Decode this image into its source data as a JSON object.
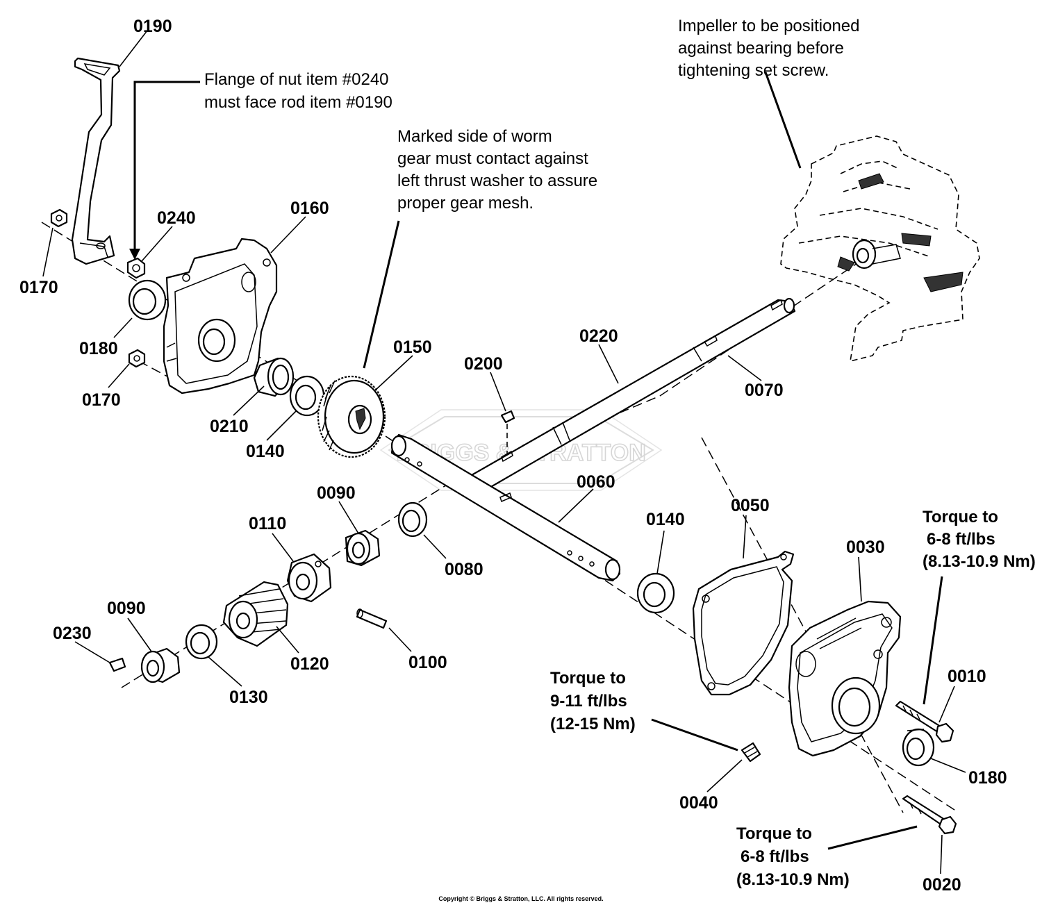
{
  "parts": {
    "p0190": "0190",
    "p0240": "0240",
    "p0160": "0160",
    "p0170a": "0170",
    "p0180a": "0180",
    "p0170b": "0170",
    "p0210": "0210",
    "p0140a": "0140",
    "p0150": "0150",
    "p0200": "0200",
    "p0220": "0220",
    "p0070": "0070",
    "p0060": "0060",
    "p0090a": "0090",
    "p0110": "0110",
    "p0080": "0080",
    "p0140b": "0140",
    "p0050": "0050",
    "p0030": "0030",
    "p0090b": "0090",
    "p0230": "0230",
    "p0120": "0120",
    "p0100": "0100",
    "p0130": "0130",
    "p0010": "0010",
    "p0180b": "0180",
    "p0040": "0040",
    "p0020": "0020"
  },
  "notes": {
    "flange": [
      "Flange of nut item #0240",
      "must face rod item #0190"
    ],
    "worm": [
      "Marked side of worm",
      "gear must contact against",
      "left thrust washer to assure",
      "proper gear mesh."
    ],
    "impeller": [
      "Impeller to be positioned",
      "against bearing before",
      "tightening set screw."
    ],
    "torque_0010": [
      "Torque to",
      "6-8 ft/lbs",
      "(8.13-10.9 Nm)"
    ],
    "torque_0040": [
      "Torque to",
      "9-11 ft/lbs",
      "(12-15 Nm)"
    ],
    "torque_0020": [
      "Torque to",
      "6-8 ft/lbs",
      "(8.13-10.9 Nm)"
    ]
  },
  "watermark": "BRIGGS & STRATTON",
  "copyright": "Copyright © Briggs & Stratton, LLC. All rights reserved."
}
